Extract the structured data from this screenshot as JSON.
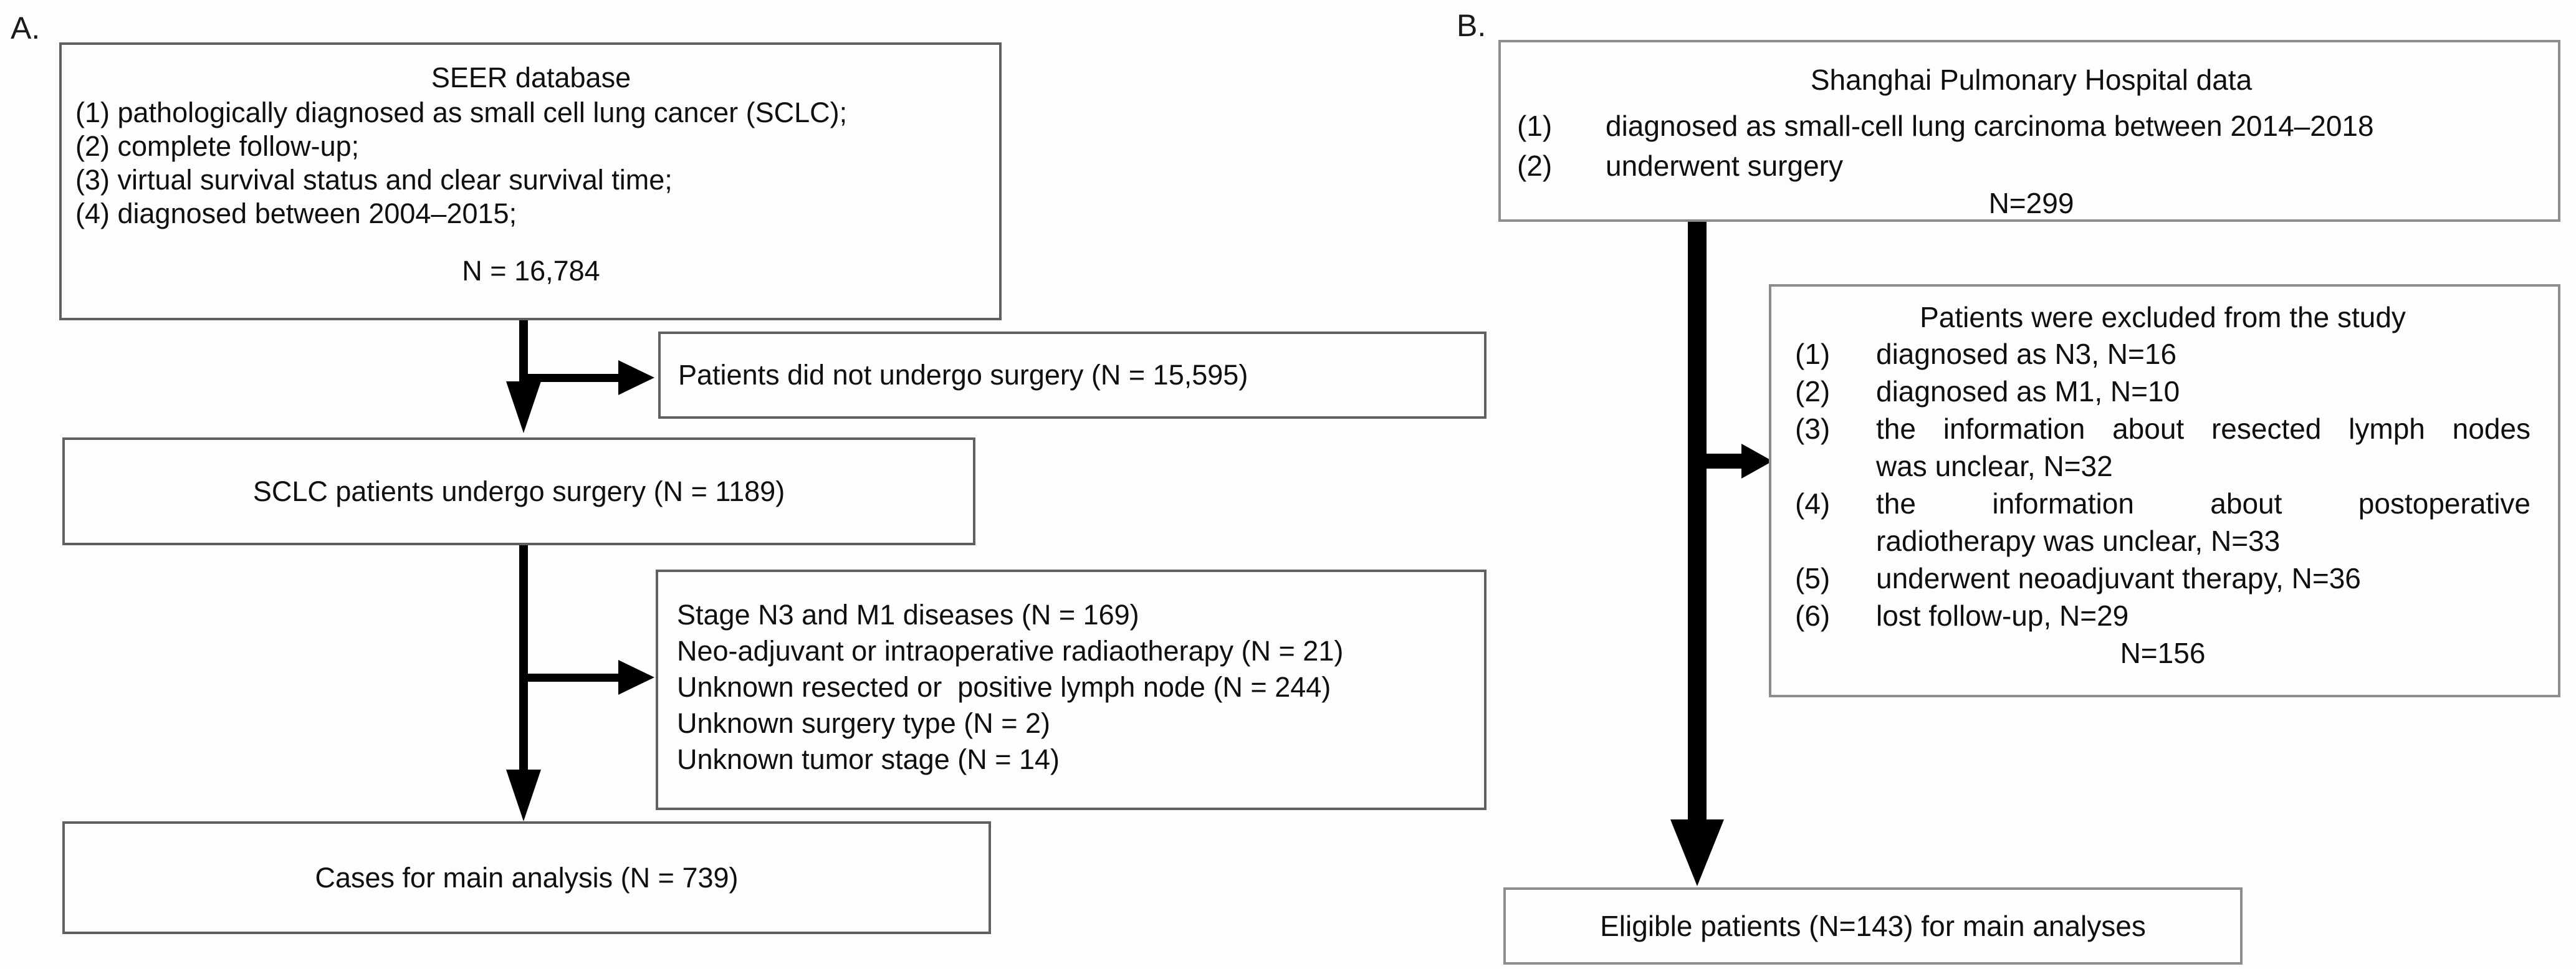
{
  "panelA": {
    "label": "A.",
    "source_box": {
      "title": "SEER database",
      "criteria": [
        "(1) pathologically diagnosed as small cell lung cancer (SCLC);",
        "(2) complete follow-up;",
        "(3) virtual survival status and clear survival time;",
        "(4) diagnosed between 2004–2015;"
      ],
      "n_label": "N = 16,784"
    },
    "no_surgery_box": {
      "text": "Patients did not undergo surgery (N = 15,595)"
    },
    "surgery_box": {
      "text": "SCLC patients undergo surgery (N = 1189)"
    },
    "exclusion_box": {
      "lines": [
        "Stage N3 and M1 diseases (N = 169)",
        "Neo-adjuvant or intraoperative radiaotherapy (N = 21)",
        "Unknown resected or  positive lymph node (N = 244)",
        "Unknown surgery type (N = 2)",
        "Unknown tumor stage (N = 14)"
      ]
    },
    "final_box": {
      "text": "Cases for main analysis (N = 739)"
    }
  },
  "panelB": {
    "label": "B.",
    "source_box": {
      "title": "Shanghai Pulmonary Hospital data",
      "criteria": [
        {
          "num": "(1)",
          "text": "diagnosed as small-cell lung carcinoma between 2014–2018"
        },
        {
          "num": "(2)",
          "text": "underwent surgery"
        }
      ],
      "n_label": "N=299"
    },
    "exclusion_box": {
      "title": "Patients were excluded from the study",
      "items": [
        {
          "num": "(1)",
          "lines": [
            "diagnosed as N3, N=16"
          ]
        },
        {
          "num": "(2)",
          "lines": [
            "diagnosed as M1, N=10"
          ]
        },
        {
          "num": "(3)",
          "lines": [
            "the information about resected lymph nodes",
            "was unclear, N=32"
          ]
        },
        {
          "num": "(4)",
          "lines": [
            "the information about postoperative",
            "radiotherapy was unclear, N=33"
          ]
        },
        {
          "num": "(5)",
          "lines": [
            "underwent neoadjuvant therapy, N=36"
          ]
        },
        {
          "num": "(6)",
          "lines": [
            "lost follow-up, N=29"
          ]
        }
      ],
      "n_label": "N=156"
    },
    "final_box": {
      "text": "Eligible patients (N=143) for main analyses"
    }
  }
}
